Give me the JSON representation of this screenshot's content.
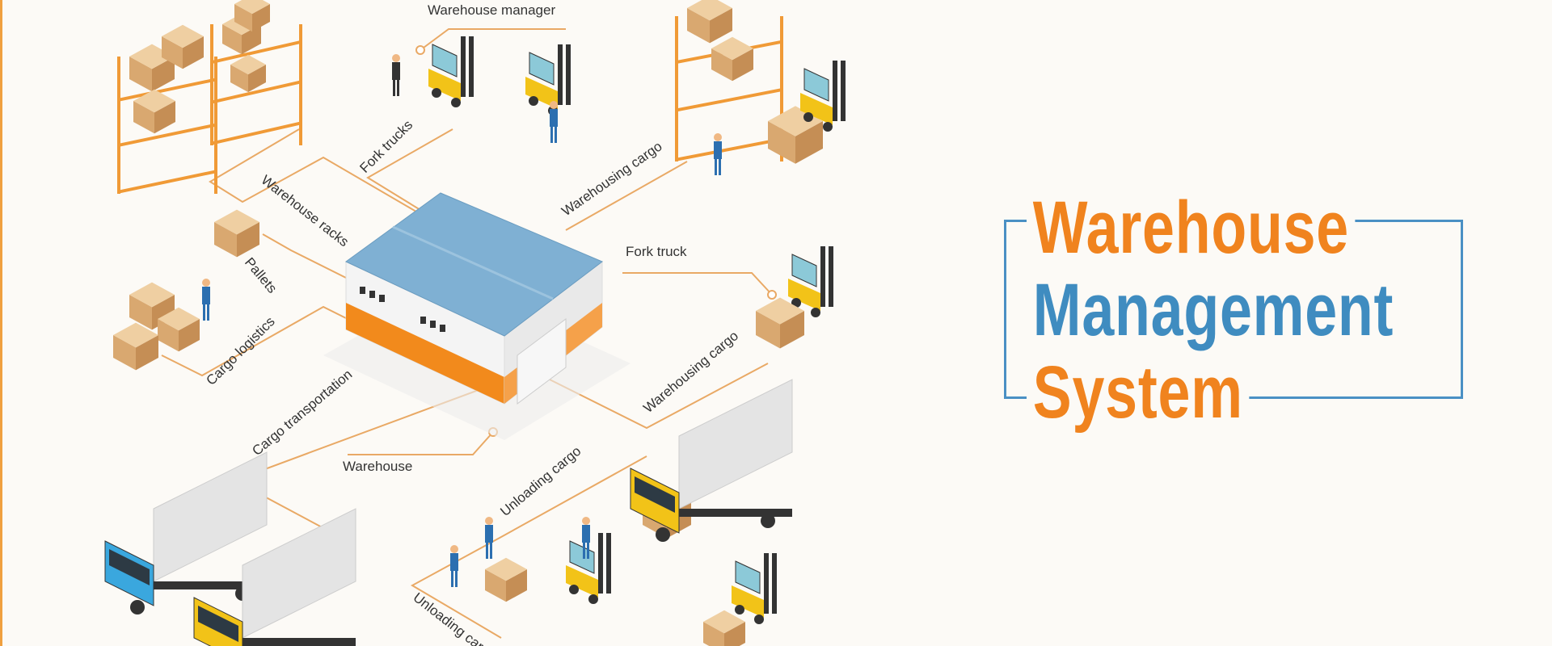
{
  "title": {
    "line1": "Warehouse",
    "line2": "Management",
    "line3": "System"
  },
  "labels": {
    "warehouse_manager": "Warehouse manager",
    "fork_trucks": "Fork trucks",
    "warehouse_racks": "Warehouse racks",
    "warehousing_cargo_top": "Warehousing cargo",
    "fork_truck": "Fork truck",
    "pallets": "Pallets",
    "cargo_logistics": "Cargo logistics",
    "warehousing_cargo_right": "Warehousing cargo",
    "cargo_transportation": "Cargo transportation",
    "warehouse": "Warehouse",
    "unloading_cargo_top": "Unloading cargo",
    "unloading_cargo_bottom": "Unloading cargo"
  },
  "colors": {
    "orange": "#f0831e",
    "blue": "#3f8cc0",
    "line": "#e9a965",
    "background": "#fcfaf6"
  }
}
